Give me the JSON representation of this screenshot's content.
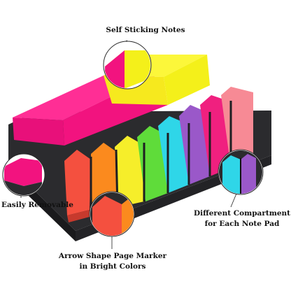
{
  "annotations": {
    "top": "Self  Sticking Notes",
    "left": "Easily Removable",
    "right_line1": "Different Compartment",
    "right_line2": "for Each Note Pad",
    "bottom_line1": "Arrow Shape Page Marker",
    "bottom_line2": "in Bright Colors"
  },
  "colors": {
    "pink_pad": "#f2137f",
    "yellow_pad": "#f4f01a",
    "tray": "#2b2b2e",
    "flags": [
      "#f4503f",
      "#fb8a1e",
      "#f6ee2a",
      "#5fdc3a",
      "#2fd6e8",
      "#9a58c9",
      "#f0207f",
      "#f78a95"
    ]
  },
  "icons": [
    "magnifier-callout-top",
    "magnifier-callout-left",
    "magnifier-callout-right",
    "magnifier-callout-bottom"
  ]
}
